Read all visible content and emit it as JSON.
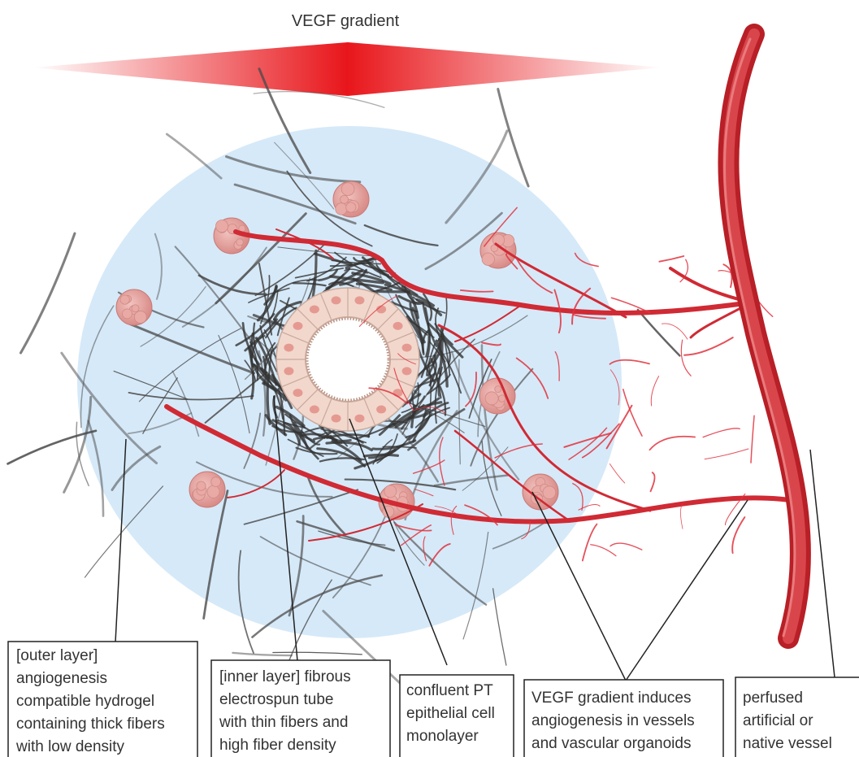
{
  "title": "VEGF gradient",
  "colors": {
    "gradient_red": "#e8161b",
    "hydrogel": "#d6e9f8",
    "fiber": "#555555",
    "vessel": "#c9252c",
    "vessel_light": "#e0575b",
    "organoid": "#e8a8a4",
    "epithelium": "#f2d7cc",
    "label_border": "#222222"
  },
  "labels": [
    {
      "id": "outer-layer",
      "lines": [
        "[outer layer]",
        "angiogenesis",
        "compatible hydrogel",
        "containing thick fibers",
        "with low density"
      ]
    },
    {
      "id": "inner-layer",
      "lines": [
        "[inner layer] fibrous",
        "electrospun tube",
        "with thin fibers and",
        "high fiber density"
      ]
    },
    {
      "id": "epithelium",
      "lines": [
        "confluent PT",
        "epithelial cell",
        "monolayer"
      ]
    },
    {
      "id": "vegf",
      "lines": [
        "VEGF gradient induces",
        "angiogenesis in vessels",
        "and vascular organoids"
      ]
    },
    {
      "id": "vessel",
      "lines": [
        "perfused",
        "artificial or",
        "native vessel"
      ]
    }
  ]
}
